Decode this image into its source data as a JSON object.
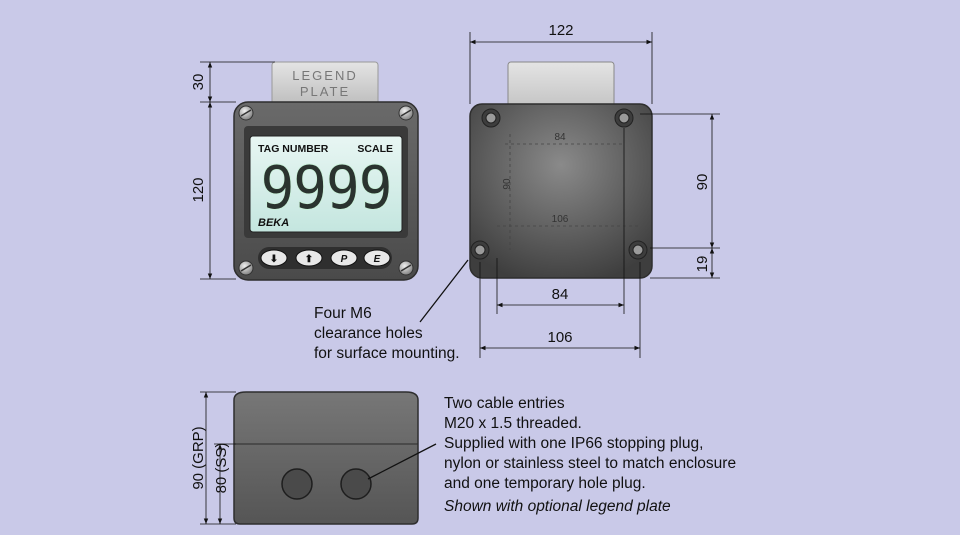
{
  "front": {
    "legend_plate": [
      "LEGEND",
      "PLATE"
    ],
    "lcd_label_left": "TAG NUMBER",
    "lcd_label_right": "SCALE",
    "lcd_digits": "9999",
    "brand": "BEKA",
    "keys": [
      "⬇",
      "⬆",
      "P",
      "E"
    ],
    "dim_plate_height": "30",
    "dim_body_height": "120"
  },
  "rear": {
    "dim_width": "122",
    "dim_hole_spacing_v": "90",
    "dim_hole_offset": "19",
    "dim_hole_spacing_h": "84",
    "dim_total_h": "106",
    "inner_84": "84",
    "inner_106": "106",
    "inner_90": "90"
  },
  "mounting_note": [
    "Four M6",
    "clearance holes",
    "for surface mounting."
  ],
  "side": {
    "dim_grp": "90 (GRP)",
    "dim_ss": "80 (SS)"
  },
  "cable_note": [
    "Two cable entries",
    "M20 x 1.5 threaded.",
    "Supplied with one IP66 stopping plug,",
    "nylon or stainless steel to match enclosure",
    "and one temporary hole plug."
  ],
  "optional_note": "Shown with optional legend plate",
  "colors": {
    "background": "#c9c9e8",
    "enclosure": "#5a5a5a",
    "lcd": "#d6efe9"
  }
}
